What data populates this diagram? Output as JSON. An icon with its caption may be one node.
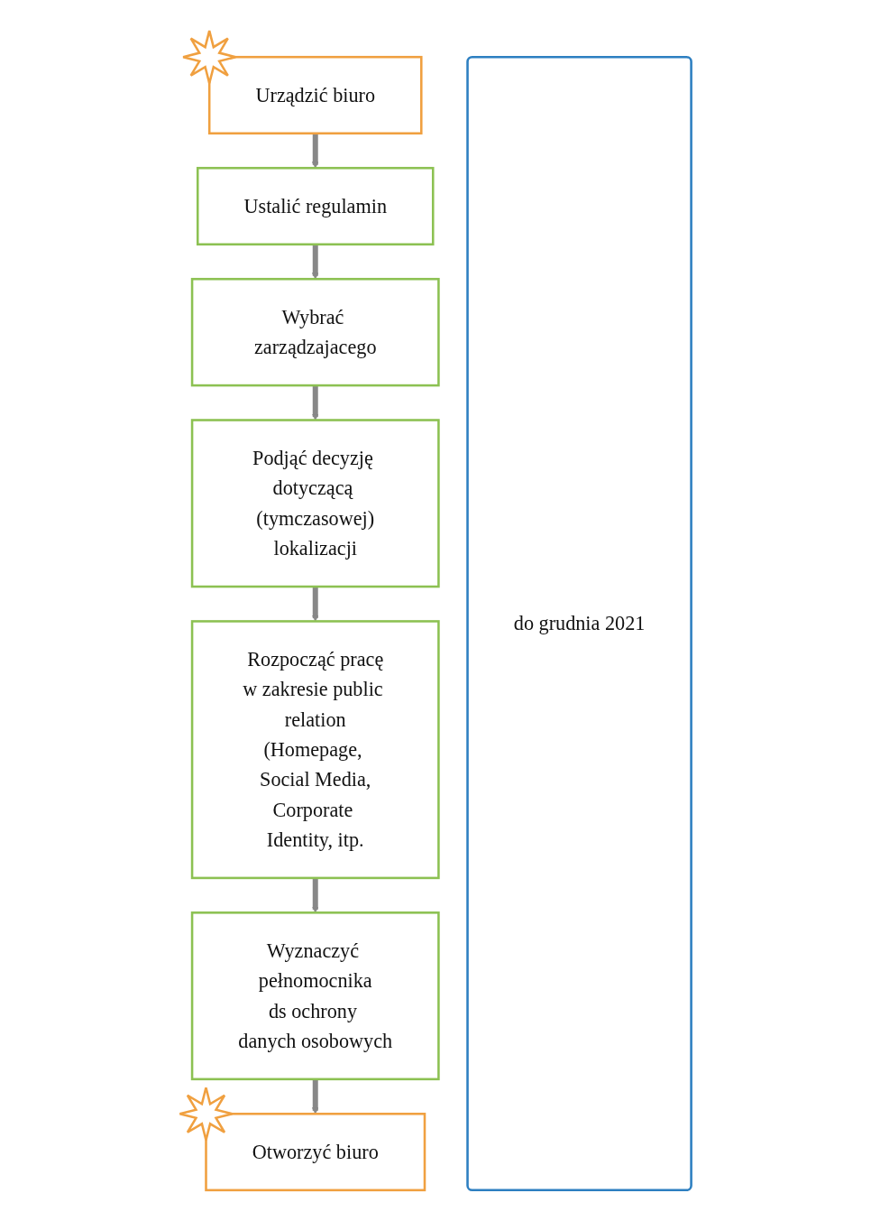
{
  "diagram": {
    "nodes": [
      {
        "text": [
          "Urządzić biuro"
        ]
      },
      {
        "text": [
          "Ustalić regulamin"
        ]
      },
      {
        "text": [
          "Wybrać zarządzajacego"
        ]
      },
      {
        "text": [
          "Podjąć decyzję dotyczącą (tymczasowej) lokalizacji"
        ]
      },
      {
        "text": [
          "Rozpocząć pracę w zakresie public relation (Homepage, Social Media, Corporate Identity, itp."
        ]
      },
      {
        "text": [
          "Wyznaczyć pełnomocnika ds ochrony danych osobowych"
        ]
      },
      {
        "text": [
          "Otworzyć biuro"
        ]
      },
      {
        "text": [
          "do grudnia 2021"
        ]
      }
    ],
    "edges": [
      {
        "from": 0,
        "to": 1,
        "arrow": "to"
      },
      {
        "from": 1,
        "to": 2,
        "arrow": "to"
      },
      {
        "from": 2,
        "to": 3,
        "arrow": "to"
      },
      {
        "from": 3,
        "to": 4,
        "arrow": "to"
      },
      {
        "from": 4,
        "to": 5,
        "arrow": "to"
      },
      {
        "from": 5,
        "to": 6,
        "arrow": "to"
      }
    ]
  }
}
